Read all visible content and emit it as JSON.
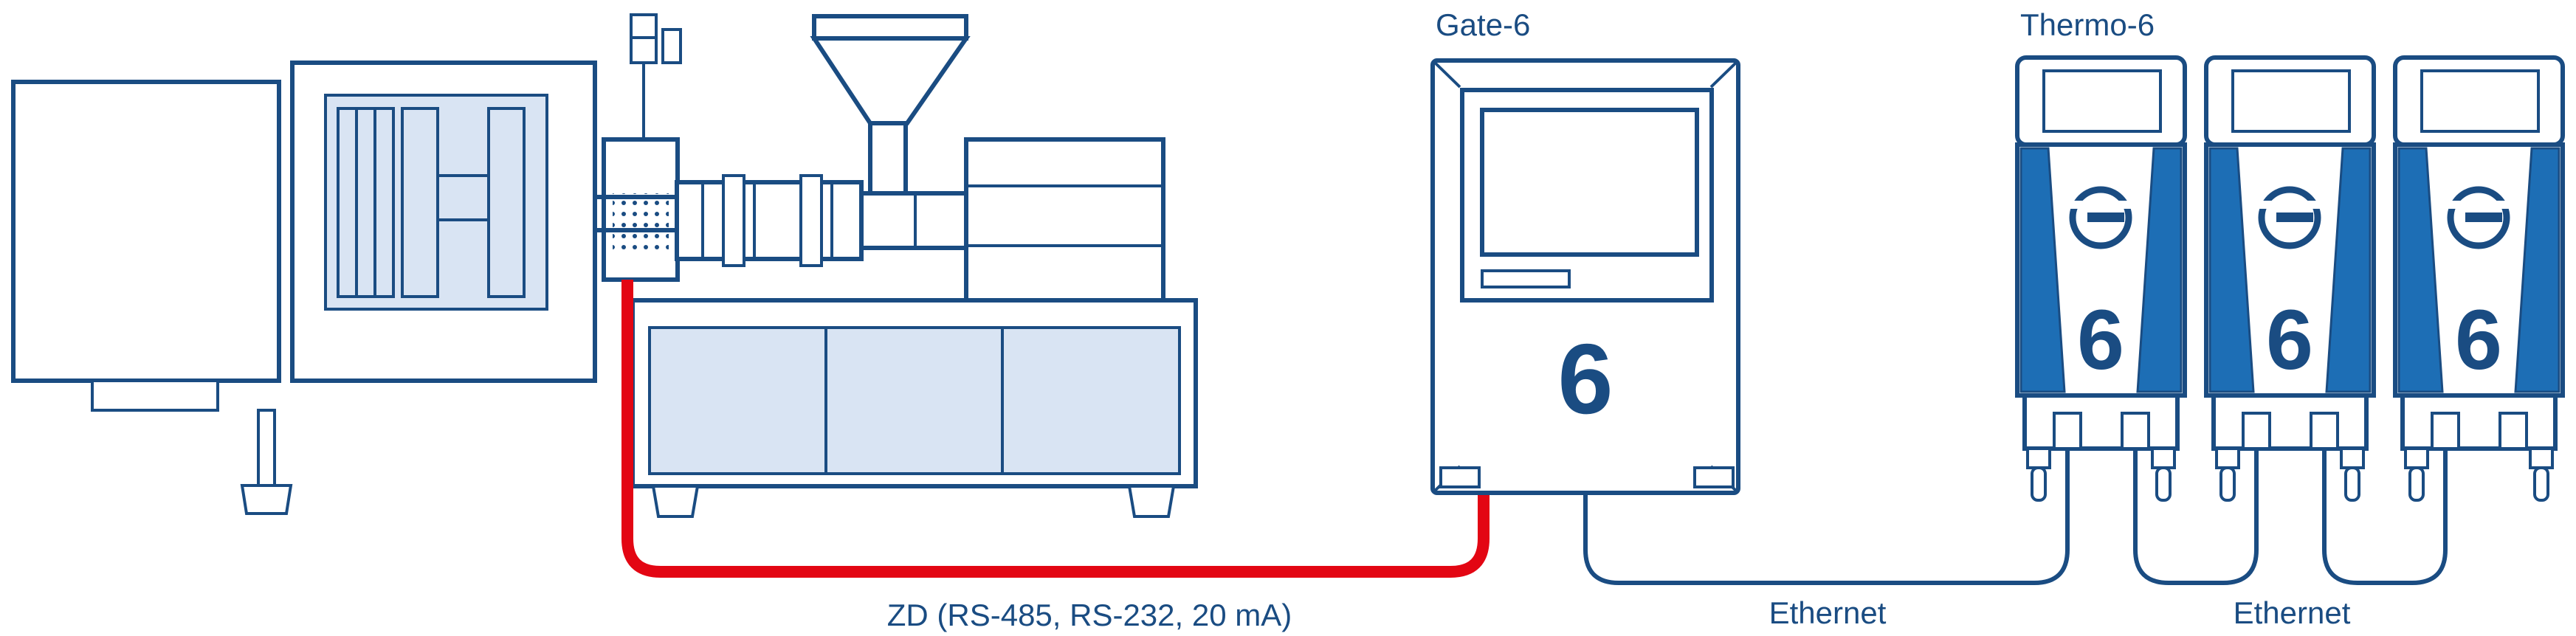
{
  "labels": {
    "gate_unit": "Gate-6",
    "thermo_unit": "Thermo-6",
    "zd_cable": "ZD (RS-485, RS-232, 20 mA)",
    "ethernet_cable_1": "Ethernet",
    "ethernet_cable_2": "Ethernet"
  },
  "logos": {
    "gate_digit": "6",
    "thermo_digit": "6"
  },
  "colors": {
    "navy": "#1a4c82",
    "light_blue": "#d9e4f3",
    "mid_blue": "#1d6eb5",
    "red": "#e30613",
    "background": "#ffffff"
  }
}
